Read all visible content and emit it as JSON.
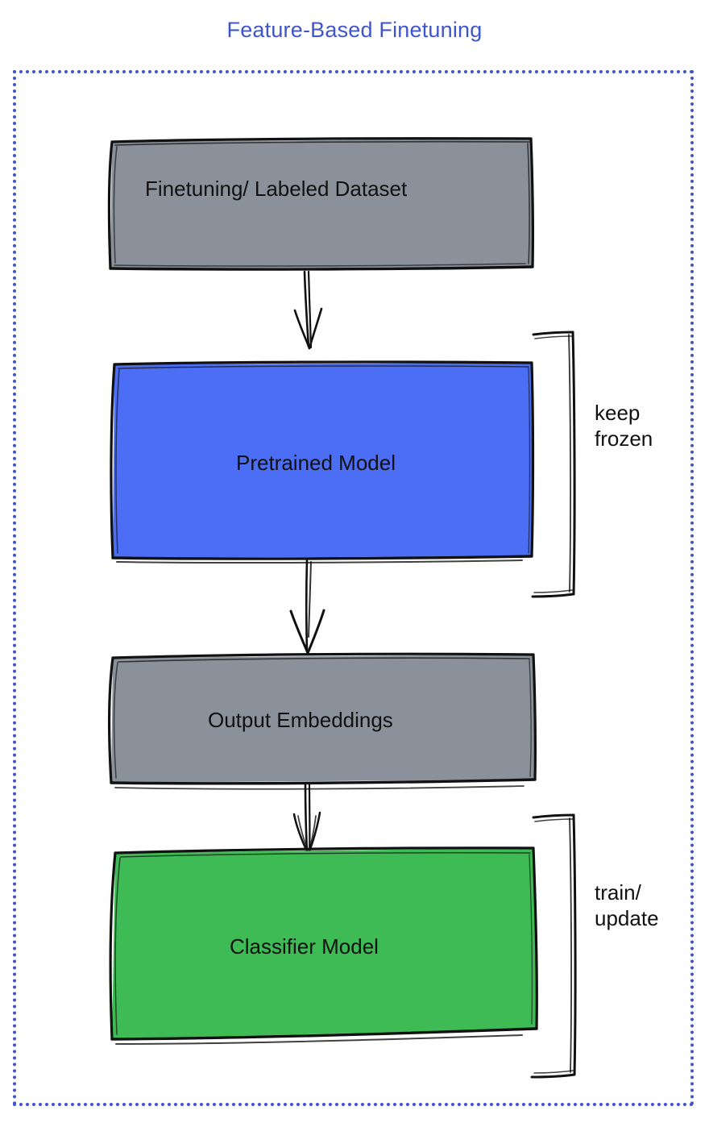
{
  "diagram": {
    "title": "Feature-Based Finetuning",
    "title_color": "#3f55cc",
    "frame": {
      "style": "dotted",
      "color": "#3f55cc"
    },
    "nodes": [
      {
        "id": "dataset",
        "label": "Finetuning/ Labeled Dataset",
        "fill": "#8a919b",
        "stroke": "#111111",
        "shape": "rectangle-sketch"
      },
      {
        "id": "pretrained",
        "label": "Pretrained Model",
        "fill": "#4c6ef5",
        "stroke": "#111111",
        "shape": "rectangle-sketch"
      },
      {
        "id": "embeddings",
        "label": "Output Embeddings",
        "fill": "#8a919b",
        "stroke": "#111111",
        "shape": "rectangle-sketch"
      },
      {
        "id": "classifier",
        "label": "Classifier Model",
        "fill": "#3ebb55",
        "stroke": "#111111",
        "shape": "rectangle-sketch"
      }
    ],
    "edges": [
      {
        "id": "dataset-to-pretrained",
        "from": "dataset",
        "to": "pretrained",
        "style": "arrow-down"
      },
      {
        "id": "pretrained-to-embeddings",
        "from": "pretrained",
        "to": "embeddings",
        "style": "arrow-down"
      },
      {
        "id": "embeddings-to-classifier",
        "from": "embeddings",
        "to": "classifier",
        "style": "arrow-down"
      }
    ],
    "annotations": [
      {
        "id": "keep-frozen",
        "label": "keep\nfrozen",
        "target": "pretrained",
        "marker": "bracket-right"
      },
      {
        "id": "train-update",
        "label": "train/\nupdate",
        "target": "classifier",
        "marker": "bracket-right"
      }
    ]
  }
}
